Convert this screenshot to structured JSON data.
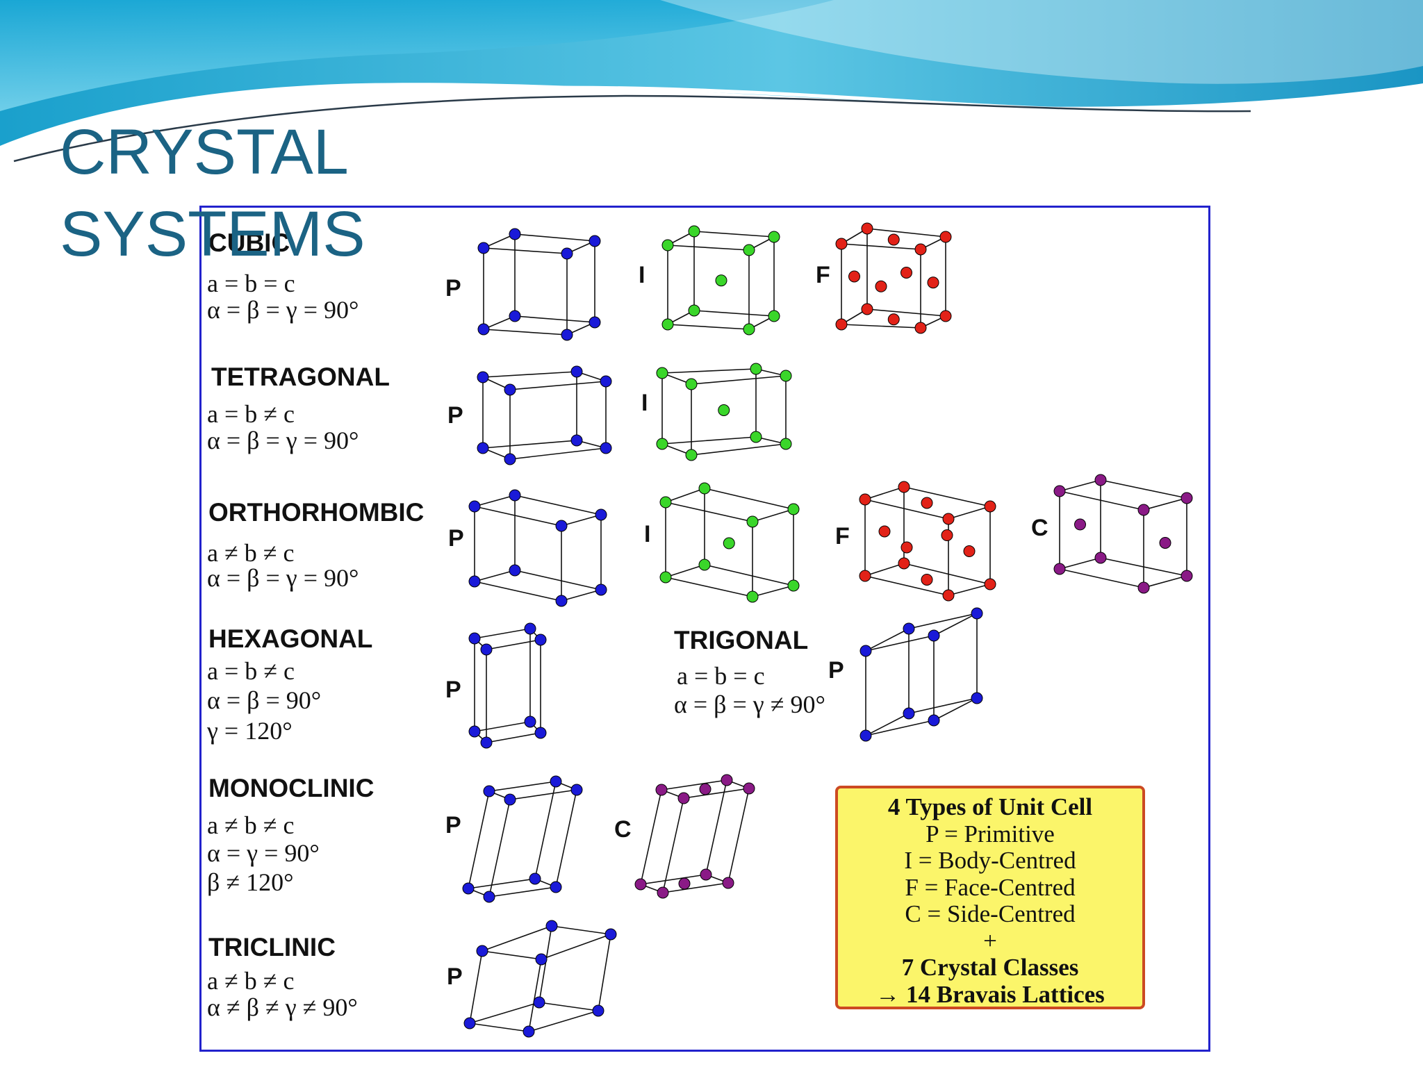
{
  "title_lines": [
    "CRYSTAL",
    "SYSTEMS"
  ],
  "colors": {
    "title": "#1b6384",
    "frame": "#2222cc",
    "primitive_atom": "#1a1ad8",
    "body_centred_atom": "#3ad62a",
    "face_centred_atom": "#e22218",
    "side_centred_atom": "#8a1a86",
    "legend_fill": "#fbf56a",
    "legend_border": "#cc4a22"
  },
  "systems": [
    {
      "name": "CUBIC",
      "relations": [
        "a = b = c",
        "α = β = γ = 90°"
      ],
      "lattices": [
        "P",
        "I",
        "F"
      ]
    },
    {
      "name": "TETRAGONAL",
      "relations": [
        "a = b ≠ c",
        "α = β = γ = 90°"
      ],
      "lattices": [
        "P",
        "I"
      ]
    },
    {
      "name": "ORTHORHOMBIC",
      "relations": [
        "a ≠ b ≠ c",
        "α = β = γ = 90°"
      ],
      "lattices": [
        "P",
        "I",
        "F",
        "C"
      ]
    },
    {
      "name": "HEXAGONAL",
      "relations": [
        "a = b ≠ c",
        "α = β = 90°",
        "γ = 120°"
      ],
      "lattices": [
        "P"
      ]
    },
    {
      "name": "TRIGONAL",
      "relations": [
        "a = b = c",
        "α = β = γ ≠ 90°"
      ],
      "lattices": [
        "P"
      ]
    },
    {
      "name": "MONOCLINIC",
      "relations": [
        "a ≠ b ≠ c",
        "α = γ = 90°",
        "β ≠ 120°"
      ],
      "lattices": [
        "P",
        "C"
      ]
    },
    {
      "name": "TRICLINIC",
      "relations": [
        "a ≠ b ≠ c",
        "α ≠ β ≠ γ ≠ 90°"
      ],
      "lattices": [
        "P"
      ]
    }
  ],
  "legend": {
    "lines": [
      "4 Types of Unit Cell",
      "P = Primitive",
      "I = Body-Centred",
      "F = Face-Centred",
      "C = Side-Centred",
      "+",
      "7 Crystal Classes",
      "→ 14 Bravais Lattices"
    ]
  }
}
